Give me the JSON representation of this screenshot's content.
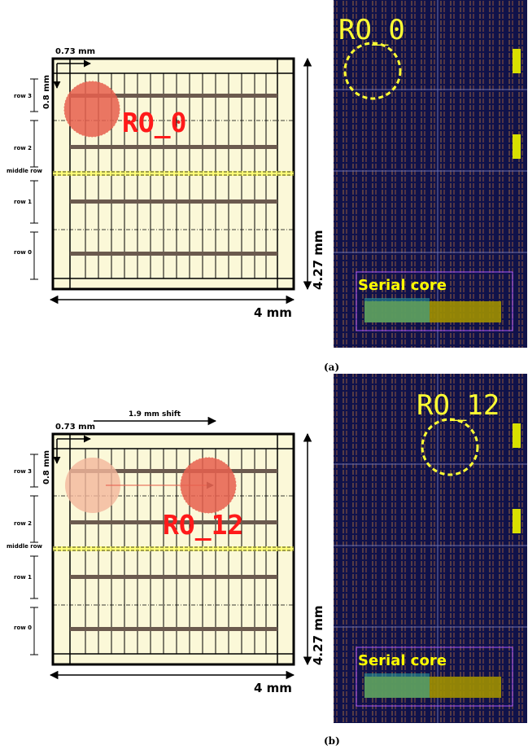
{
  "panels": [
    {
      "caption": "(a)",
      "measure": {
        "offset": "0.73 mm",
        "height": "0.8 mm",
        "width": "4 mm",
        "total_height": "4.27 mm"
      },
      "rows": [
        "row 3",
        "row 2",
        "middle row",
        "row 1",
        "row 0"
      ],
      "region_label": "RO_0",
      "chip_label": "RO_0",
      "serial_label": "Serial core",
      "shift_label": ""
    },
    {
      "caption": "(b)",
      "measure": {
        "offset": "0.73 mm",
        "height": "0.8 mm",
        "width": "4 mm",
        "total_height": "4.27 mm"
      },
      "rows": [
        "row 3",
        "row 2",
        "middle row",
        "row 1",
        "row 0"
      ],
      "region_label": "RO_12",
      "chip_label": "RO_12",
      "serial_label": "Serial core",
      "shift_label": "1.9 mm shift"
    }
  ],
  "colors": {
    "die_fill": "#fbf8d8",
    "row_bar": "#6b5a4e",
    "circle": "#e8604e",
    "circle_faded": "#f4b69c",
    "chip_bg": "#10124a",
    "highlight": "#ffff33"
  }
}
